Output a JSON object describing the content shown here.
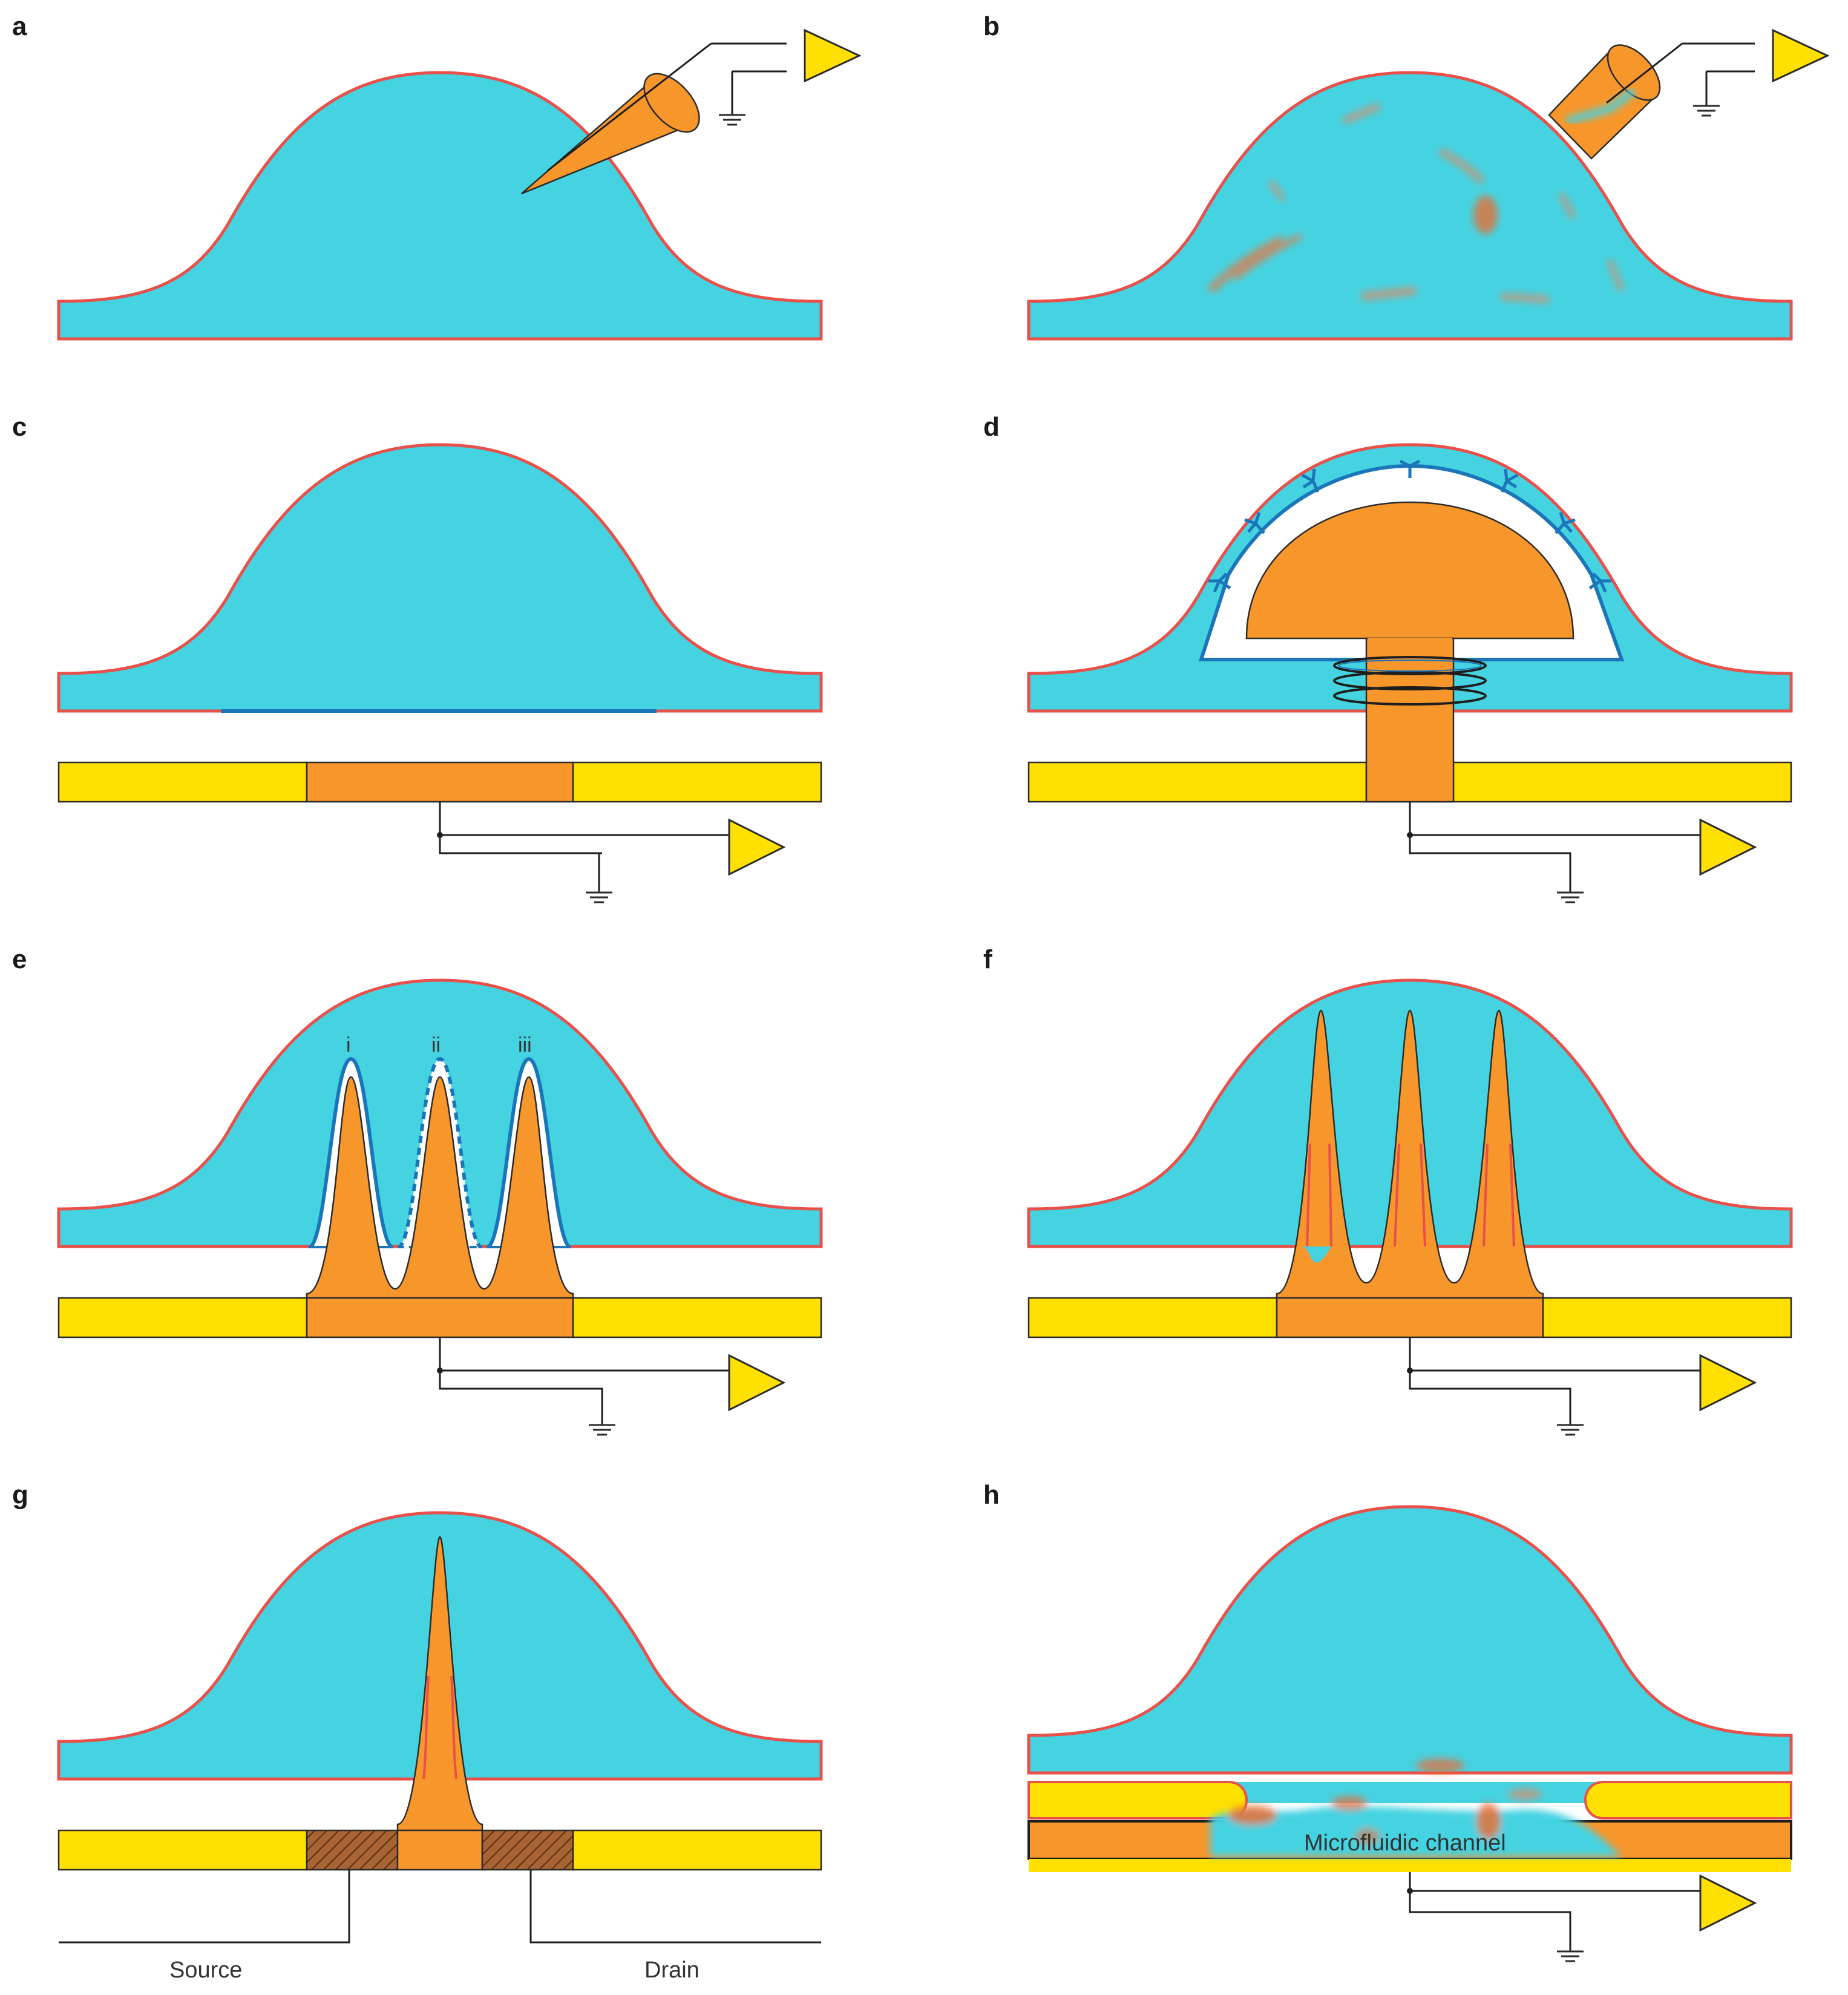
{
  "panels": {
    "a": {
      "letter": "a"
    },
    "b": {
      "letter": "b"
    },
    "c": {
      "letter": "c"
    },
    "d": {
      "letter": "d"
    },
    "e": {
      "letter": "e",
      "labels": [
        "i",
        "ii",
        "iii"
      ]
    },
    "f": {
      "letter": "f"
    },
    "g": {
      "letter": "g",
      "source_label": "Source",
      "drain_label": "Drain"
    },
    "h": {
      "letter": "h",
      "channel_label": "Microfluidic channel"
    }
  },
  "colors": {
    "cytoplasm": "#45d3e2",
    "membrane": "#e8504a",
    "electrode": "#f7962b",
    "substrate": "#ffe000",
    "blue_line": "#1a76b8",
    "wire": "#1e1e1e"
  }
}
